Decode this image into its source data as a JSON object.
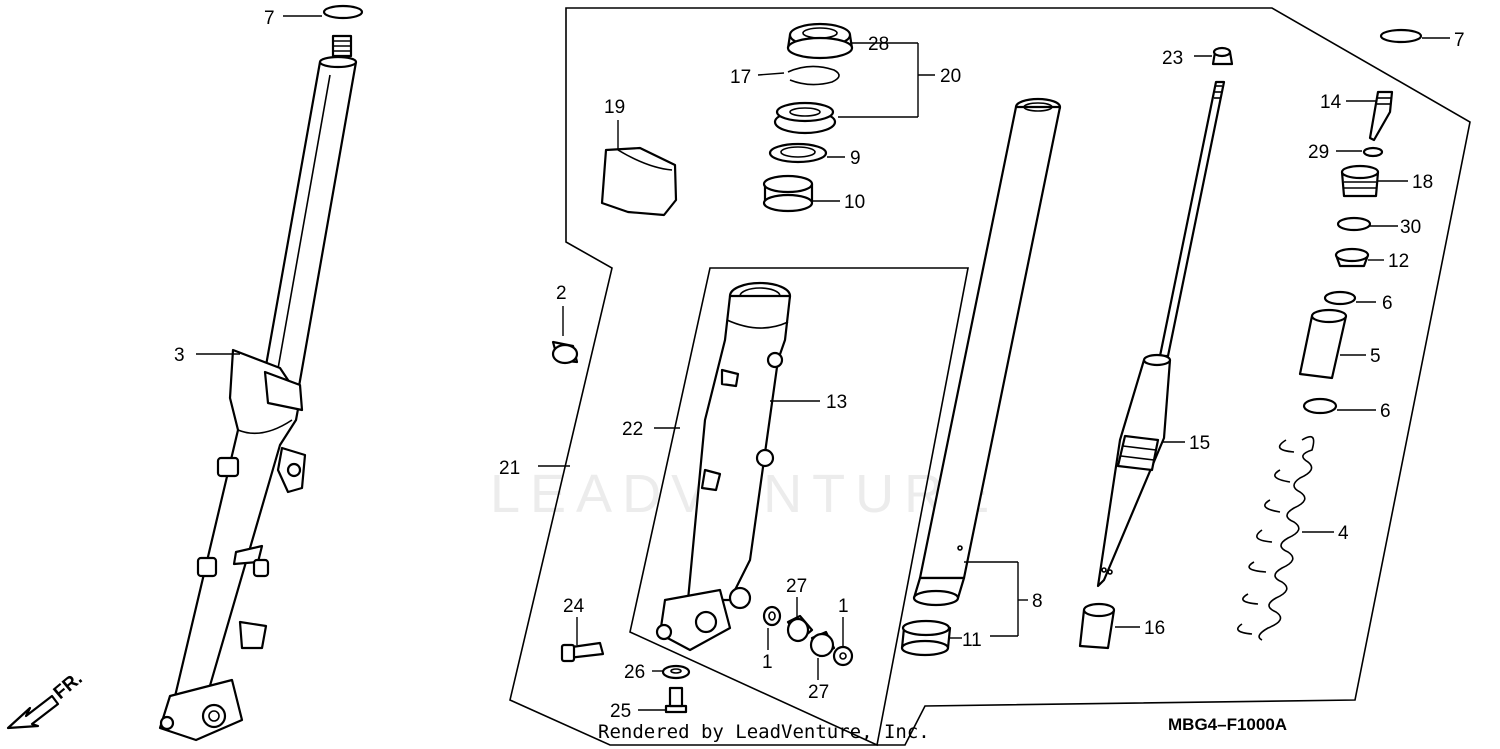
{
  "diagram": {
    "watermark": "LEADVENTURE",
    "credit": "Rendered by LeadVenture, Inc.",
    "diagram_code": "MBG4–F1000A",
    "direction_label": "FR.",
    "callouts": {
      "c1a": "1",
      "c1b": "1",
      "c2": "2",
      "c3": "3",
      "c4": "4",
      "c5": "5",
      "c6a": "6",
      "c6b": "6",
      "c7a": "7",
      "c7b": "7",
      "c8": "8",
      "c9": "9",
      "c10": "10",
      "c11": "11",
      "c12": "12",
      "c13": "13",
      "c14": "14",
      "c15": "15",
      "c16": "16",
      "c17": "17",
      "c18": "18",
      "c19": "19",
      "c20": "20",
      "c21": "21",
      "c22": "22",
      "c23": "23",
      "c24": "24",
      "c25": "25",
      "c26": "26",
      "c27a": "27",
      "c27b": "27",
      "c28": "28",
      "c29": "29",
      "c30": "30"
    }
  }
}
